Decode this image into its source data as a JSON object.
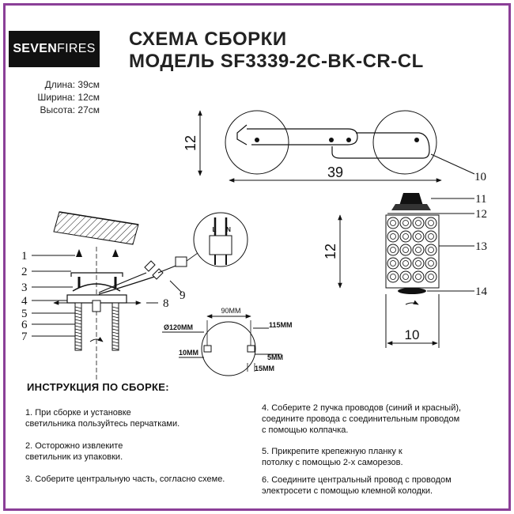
{
  "logo": {
    "bold": "SEVEN",
    "regular": "FIRES"
  },
  "title": {
    "line1": "СХЕМА СБОРКИ",
    "line2": "МОДЕЛЬ SF3339-2C-BK-CR-CL"
  },
  "dimensions": {
    "length": "Длина: 39см",
    "width": "Ширина: 12см",
    "height": "Высота: 27см"
  },
  "top_view": {
    "width_label": "39",
    "height_label": "12",
    "part_label": "10"
  },
  "shade_view": {
    "height_label": "12",
    "width_label": "10",
    "parts": [
      "11",
      "12",
      "13",
      "14"
    ]
  },
  "mount_view": {
    "parts": [
      "1",
      "2",
      "3",
      "4",
      "5",
      "6",
      "7",
      "8",
      "9"
    ],
    "wire_labels": {
      "l": "L",
      "n": "N"
    }
  },
  "plate_view": {
    "top_dim": "90ММ",
    "diameter": "Ø120ММ",
    "right_dim": "115ММ",
    "left_slot": "10ММ",
    "slot_gap": "5ММ",
    "bottom_dim": "15ММ"
  },
  "instructions": {
    "heading": "ИНСТРУКЦИЯ ПО СБОРКЕ:",
    "left": [
      {
        "l1": "1. При сборке и установке",
        "l2": "светильника пользуйтесь перчатками."
      },
      {
        "l1": "2. Осторожно извлеките",
        "l2": "светильник из упаковки."
      },
      {
        "l1": "3. Соберите центральную часть, согласно схеме.",
        "l2": ""
      }
    ],
    "right": [
      {
        "l1": "4. Соберите 2 пучка проводов (синий и красный),",
        "l2": "соедините провода с соединительным проводом",
        "l3": "с помощью колпачка."
      },
      {
        "l1": "5. Прикрепите крепежную планку к",
        "l2": "потолку с помощью 2-х саморезов.",
        "l3": ""
      },
      {
        "l1": "6. Соедините центральный провод с проводом",
        "l2": "электросети с помощью клемной колодки.",
        "l3": ""
      }
    ]
  }
}
